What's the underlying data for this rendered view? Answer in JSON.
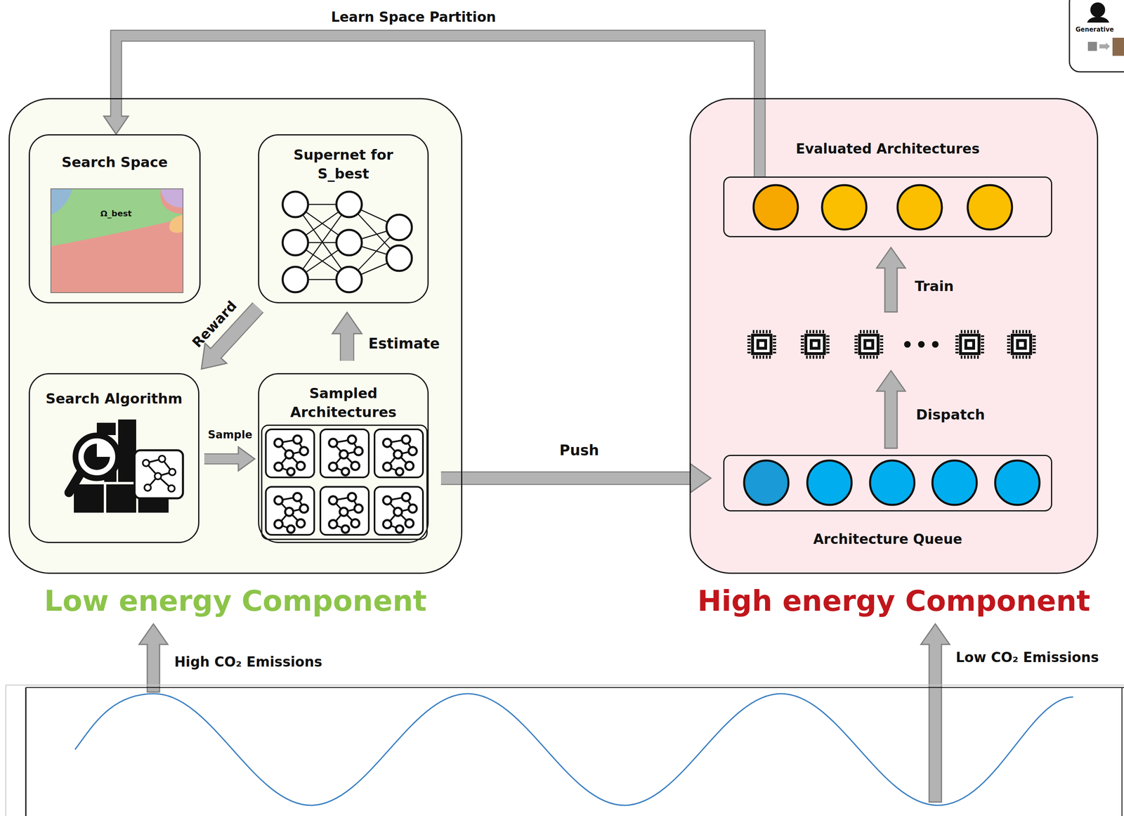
{
  "diagram": {
    "nodes": [
      {
        "text": [
          "Low energy Component"
        ]
      },
      {
        "text": [
          "Search Space"
        ],
        "in": 0
      },
      {
        "text": [
          "Supernet for S_best"
        ],
        "in": 0
      },
      {
        "text": [
          "Search Algorithm"
        ],
        "in": 0
      },
      {
        "text": [
          "Sampled Architectures"
        ],
        "in": 0
      },
      {
        "text": [
          "High energy Component"
        ]
      },
      {
        "text": [
          "Evaluated Architectures"
        ],
        "in": 5
      },
      {
        "text": [
          "Architecture Queue"
        ],
        "in": 5
      }
    ],
    "edges": [
      {
        "from": 6,
        "to": 1,
        "arrow": "to",
        "label": "Learn Space Partition"
      },
      {
        "from": 2,
        "to": 3,
        "arrow": "to",
        "label": "Reward"
      },
      {
        "from": 3,
        "to": 4,
        "arrow": "to",
        "label": "Sample"
      },
      {
        "from": 4,
        "to": 2,
        "arrow": "to",
        "label": "Estimate"
      },
      {
        "from": 4,
        "to": 7,
        "arrow": "to",
        "label": "Push"
      }
    ],
    "labels": [
      "Ω_best",
      "Train",
      "Dispatch",
      "High CO₂ Emissions",
      "Low CO₂ Emissions",
      "Generative"
    ]
  }
}
